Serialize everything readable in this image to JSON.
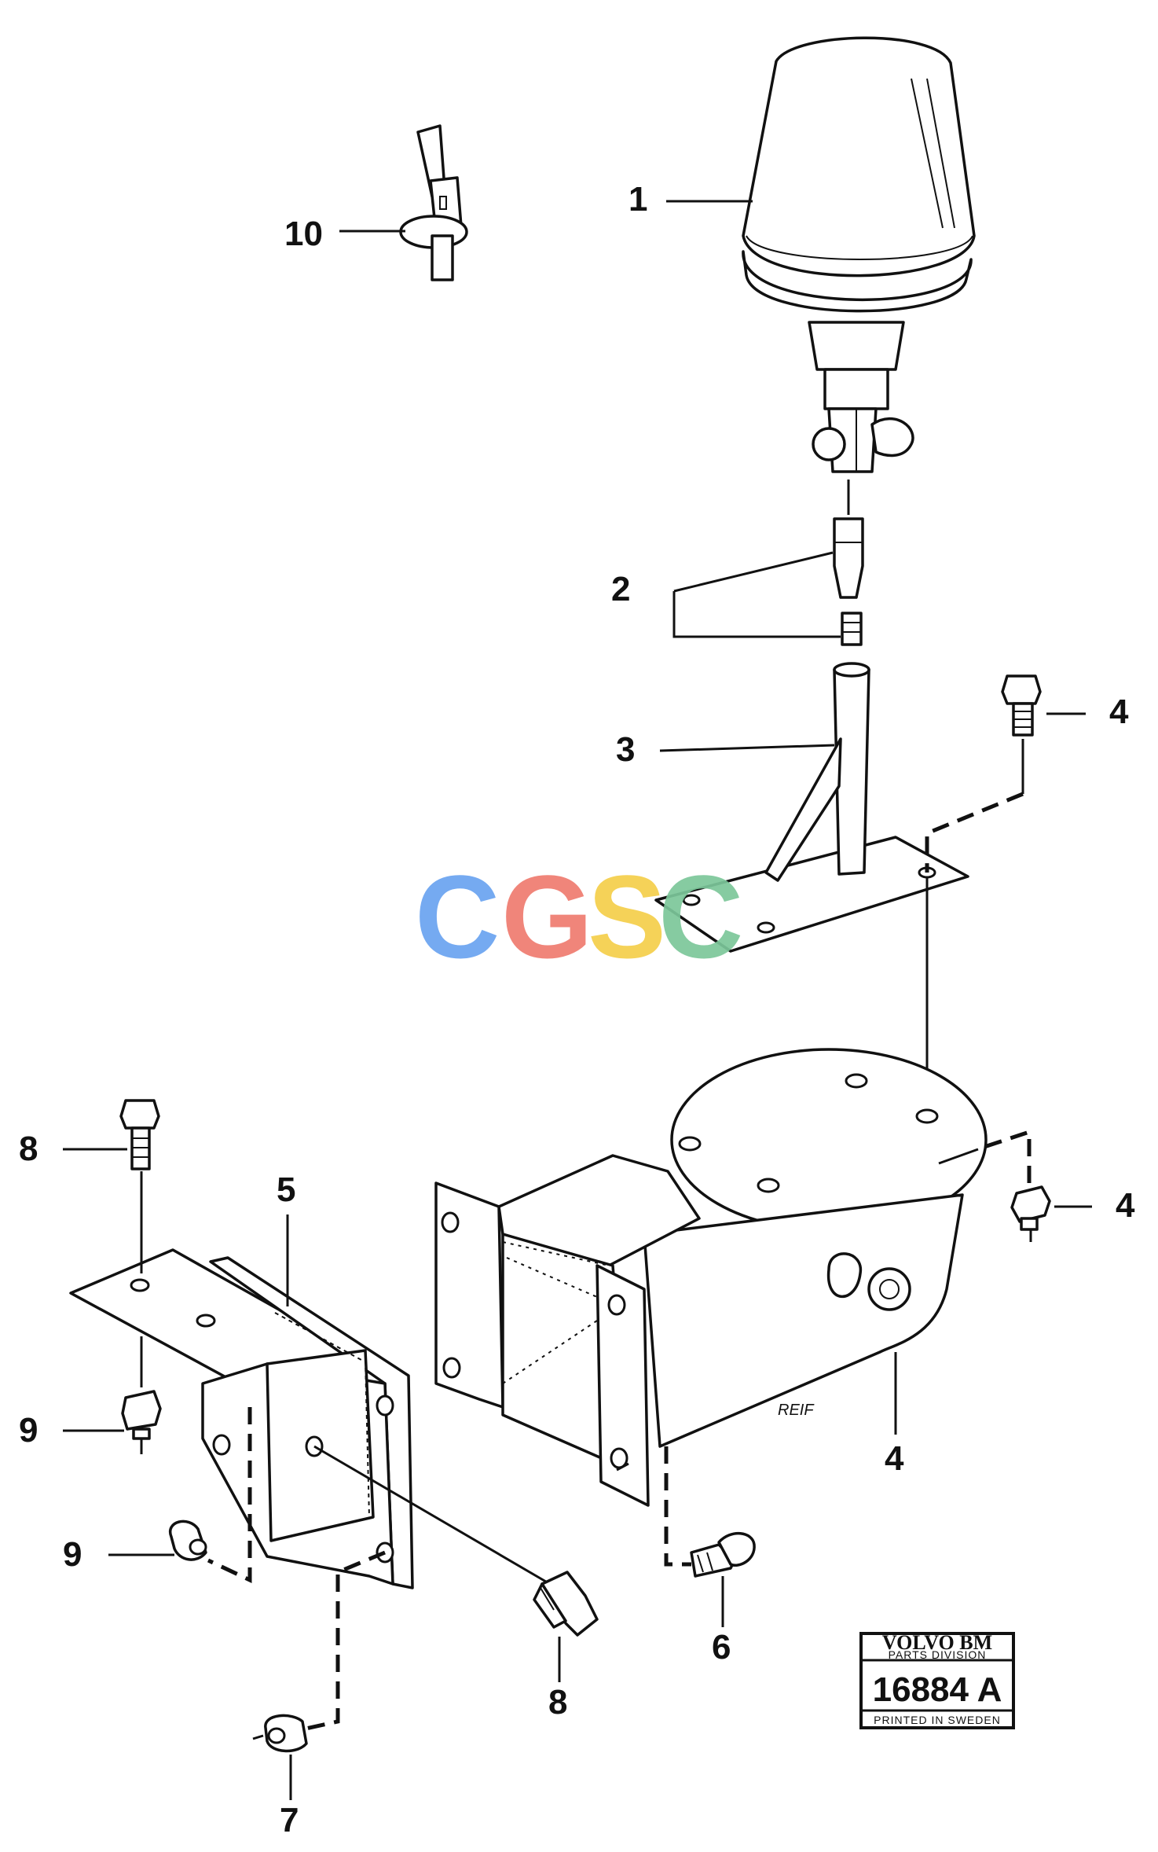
{
  "callouts": [
    {
      "id": "c1",
      "label": "1"
    },
    {
      "id": "c2",
      "label": "2"
    },
    {
      "id": "c3",
      "label": "3"
    },
    {
      "id": "c4a",
      "label": "4"
    },
    {
      "id": "c4b",
      "label": "4"
    },
    {
      "id": "c4c",
      "label": "4"
    },
    {
      "id": "c5",
      "label": "5"
    },
    {
      "id": "c6",
      "label": "6"
    },
    {
      "id": "c7",
      "label": "7"
    },
    {
      "id": "c8a",
      "label": "8"
    },
    {
      "id": "c8b",
      "label": "8"
    },
    {
      "id": "c9a",
      "label": "9"
    },
    {
      "id": "c9b",
      "label": "9"
    },
    {
      "id": "c10",
      "label": "10"
    }
  ],
  "watermark": {
    "letters": [
      {
        "char": "C",
        "color": "#6aa3f0"
      },
      {
        "char": "G",
        "color": "#ef7b6f"
      },
      {
        "char": "S",
        "color": "#f5cf4a"
      },
      {
        "char": "C",
        "color": "#7cc79a"
      }
    ]
  },
  "stamp": {
    "brand": "VOLVO BM",
    "division": "PARTS DIVISION",
    "number": "16884 A",
    "printed": "PRINTED IN SWEDEN"
  },
  "handwritten": "REIF"
}
